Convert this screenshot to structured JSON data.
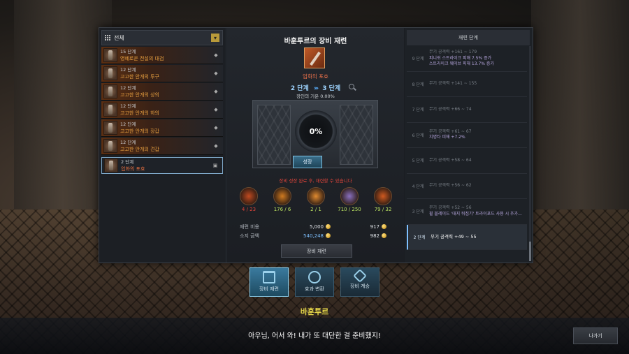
{
  "colors": {
    "accent_blue": "#7ec0ff",
    "warning_red": "#e0443a",
    "item_orange": "#e8a040",
    "npc_yellow": "#e8d84a"
  },
  "left_panel": {
    "filter_icon": "grid-icon",
    "filter_label": "전체",
    "filter_dropdown_icon": "chevron-down-icon",
    "items": [
      {
        "stage": "15 단계",
        "name": "영예로운 전설의 대검",
        "mark": "lock-icon"
      },
      {
        "stage": "12 단계",
        "name": "고고한 안개의 투구",
        "mark": "lock-icon"
      },
      {
        "stage": "12 단계",
        "name": "고고한 안개의 상의",
        "mark": "lock-icon"
      },
      {
        "stage": "12 단계",
        "name": "고고한 안개의 하의",
        "mark": "lock-icon"
      },
      {
        "stage": "12 단계",
        "name": "고고한 안개의 장갑",
        "mark": "lock-icon"
      },
      {
        "stage": "12 단계",
        "name": "고고한 안개의 견갑",
        "mark": "lock-icon"
      },
      {
        "stage": "2 단계",
        "name": "업화의 포효",
        "mark": "bag-icon",
        "selected": true
      }
    ]
  },
  "center_panel": {
    "title": "바훈투르의 장비 재련",
    "target_name": "업화의 포효",
    "stage_from": "2 단계",
    "stage_arrows": "›››",
    "stage_to": "3 단계",
    "artisan_energy": "장인의 기운 0.00%",
    "dial_value": "0%",
    "grow_button": "성장",
    "notice": "장비 성장 완료 후, 재련할 수 있습니다",
    "materials": [
      {
        "name": "ember-icon",
        "count": "4 / 23",
        "status": "insufficient",
        "color": "#c04a20"
      },
      {
        "name": "crystal-orange-icon",
        "count": "176 / 6",
        "status": "ok",
        "color": "#d07a20"
      },
      {
        "name": "stone-orange-icon",
        "count": "2 / 1",
        "status": "ok",
        "color": "#e08a30"
      },
      {
        "name": "crystal-purple-icon",
        "count": "710 / 250",
        "status": "ok",
        "color": "#8a70c0"
      },
      {
        "name": "ember-large-icon",
        "count": "79 / 32",
        "status": "ok",
        "color": "#d05a20"
      }
    ],
    "costs": [
      {
        "label": "재련 비용",
        "val1": "5,000",
        "val2": "917",
        "val1_blue": false
      },
      {
        "label": "소지 금액",
        "val1": "540,248",
        "val2": "982",
        "val1_blue": true
      }
    ],
    "refine_button": "장비 재련"
  },
  "right_panel": {
    "header": "재련 단계",
    "stages": [
      {
        "num": "9 단계",
        "desc": "무기 공격력 +161 ~ 179",
        "extra": [
          "피니쉬 스트라이크 피해 7.5% 증가",
          "스트라이크 웨이브 피해 13.7% 증가"
        ],
        "extra_hl": true
      },
      {
        "num": "8 단계",
        "desc": "무기 공격력 +141 ~ 155",
        "extra": []
      },
      {
        "num": "7 단계",
        "desc": "무기 공격력 +66 ~ 74",
        "extra": []
      },
      {
        "num": "6 단계",
        "desc": "무기 공격력 +61 ~ 67",
        "extra": [
          "치명타 피해 +7.2%"
        ],
        "extra_hl": true
      },
      {
        "num": "5 단계",
        "desc": "무기 공격력 +58 ~ 64",
        "extra": []
      },
      {
        "num": "4 단계",
        "desc": "무기 공격력 +56 ~ 62",
        "extra": []
      },
      {
        "num": "3 단계",
        "desc": "무기 공격력 +52 ~ 56",
        "extra": [
          "윌 블레이드 '대지 뒤집기' 트라이포드 사용 시 추가..."
        ],
        "extra_hl": true
      },
      {
        "num": "2 단계",
        "desc": "무기 공격력 +49 ~ 55",
        "extra": [],
        "current": true
      }
    ]
  },
  "tabs": [
    {
      "label": "장비 재련",
      "icon": "hammer-icon",
      "active": true
    },
    {
      "label": "효과 변환",
      "icon": "swap-icon",
      "active": false
    },
    {
      "label": "장비 계승",
      "icon": "sword-icon",
      "active": false
    }
  ],
  "npc": {
    "name": "바훈투르",
    "dialog": "아우님, 어서 와! 내가 또 대단한 걸 준비했지!"
  },
  "leave_button": "나가기"
}
